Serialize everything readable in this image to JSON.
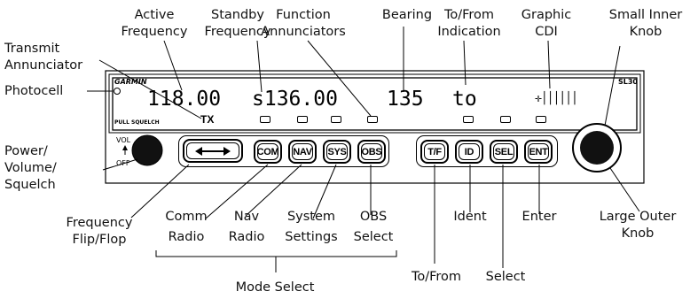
{
  "labels": {
    "active_frequency": [
      "Active",
      "Frequency"
    ],
    "standby_frequency": [
      "Standby",
      "Frequency"
    ],
    "function_annunciators": [
      "Function",
      "Annunciators"
    ],
    "bearing": "Bearing",
    "to_from_indication": [
      "To/From",
      "Indication"
    ],
    "graphic_cdi": [
      "Graphic",
      "CDI"
    ],
    "small_inner_knob": [
      "Small Inner",
      "Knob"
    ],
    "transmit_annunciator": [
      "Transmit",
      "Annunciator"
    ],
    "photocell": "Photocell",
    "power_volume_squelch": [
      "Power/",
      "Volume/",
      "Squelch"
    ],
    "frequency_flip_flop": [
      "Frequency",
      "Flip/Flop"
    ],
    "comm_radio": [
      "Comm",
      "Radio"
    ],
    "nav_radio": [
      "Nav",
      "Radio"
    ],
    "system_settings": [
      "System",
      "Settings"
    ],
    "obs_select": [
      "OBS",
      "Select"
    ],
    "ident": "Ident",
    "enter": "Enter",
    "large_outer_knob": [
      "Large Outer",
      "Knob"
    ],
    "to_from": "To/From",
    "select": "Select",
    "mode_select": "Mode Select"
  },
  "panel": {
    "brand": "GARMIN",
    "model": "SL30",
    "pull_squelch": "PULL SQUELCH",
    "vol": "VOL",
    "off": "OFF"
  },
  "display": {
    "active_frequency": "118.00",
    "standby_frequency": "s136.00",
    "bearing": "135",
    "to_from": "to",
    "tx": "TX",
    "cdi": "✛││││││"
  },
  "buttons": {
    "flip_flop_icon": "double-arrow-icon",
    "com": "COM",
    "nav": "NAV",
    "sys": "SYS",
    "obs": "OBS",
    "tf": "T/F",
    "id": "ID",
    "sel": "SEL",
    "ent": "ENT"
  }
}
